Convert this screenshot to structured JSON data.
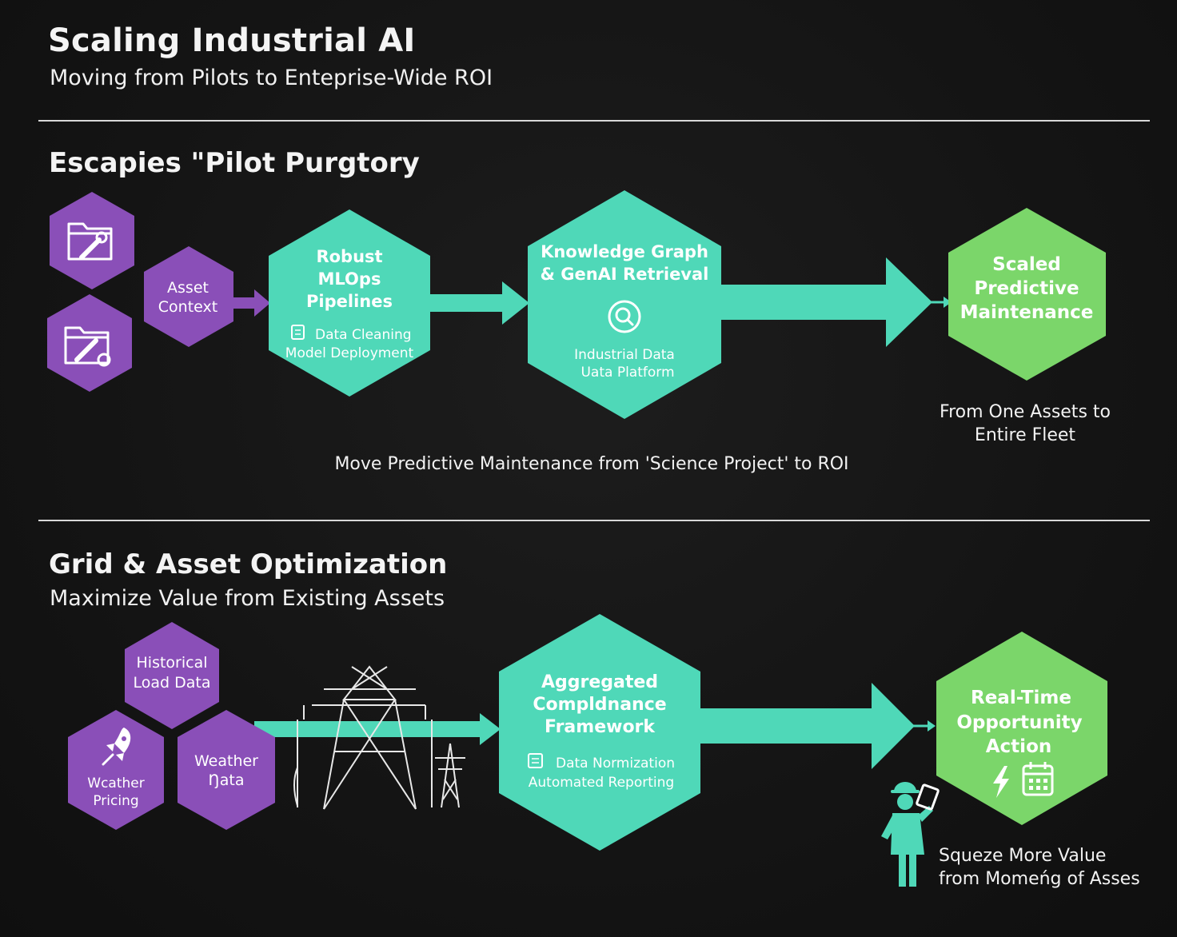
{
  "header": {
    "title": "Scaling Industrial AI",
    "subtitle": "Moving from Pilots to Enteprise-Wide ROI"
  },
  "section1": {
    "title": "Escapies \"Pilot Purgtory",
    "asset_context": [
      "Asset",
      "Context"
    ],
    "mlops": {
      "title": [
        "Robust",
        "MLOps",
        "Pipelines"
      ],
      "details": [
        "Data Cleaning",
        "Model Deployment"
      ]
    },
    "knowledge": {
      "title": [
        "Knowledge Graph",
        "& GenAI Retrieval"
      ],
      "details": [
        "Industrial Data",
        "Uata Platform"
      ]
    },
    "scaled": {
      "title": [
        "Scaled",
        "Predictive",
        "Maintenance"
      ]
    },
    "fleet_caption_line1": "From One Assets to",
    "fleet_caption_line2": "Entire Fleet",
    "bottom_caption": "Move Predictive Maintenance from 'Science Project' to ROI"
  },
  "section2": {
    "title": "Grid & Asset Optimization",
    "subtitle": "Maximize Value from Existing Assets",
    "historical": [
      "Historical",
      "Load Data"
    ],
    "weather_pricing": [
      "Wcather",
      "Pricing"
    ],
    "weather_data": [
      "Weather",
      "Ŋata"
    ],
    "compliance": {
      "title": [
        "Aggregated",
        "Compldnance",
        "Framework"
      ],
      "details": [
        "Data Normization",
        "Automated Reporting"
      ]
    },
    "realtime": {
      "title": [
        "Real-Time",
        "Opportunity",
        "Action"
      ]
    },
    "squeeze_line1": "Squeze More Value",
    "squeeze_line2": "from Momeńg of Asses"
  },
  "colors": {
    "background": "#141414",
    "purple": "#8a4fb8",
    "teal": "#4fd8b8",
    "green": "#7bd66a",
    "text": "#ffffff"
  },
  "icons": [
    "folder-wrench-icon",
    "search-icon",
    "document-icon",
    "rocket-icon",
    "lightning-icon",
    "calendar-icon",
    "transmission-tower-icon",
    "worker-tablet-icon"
  ]
}
